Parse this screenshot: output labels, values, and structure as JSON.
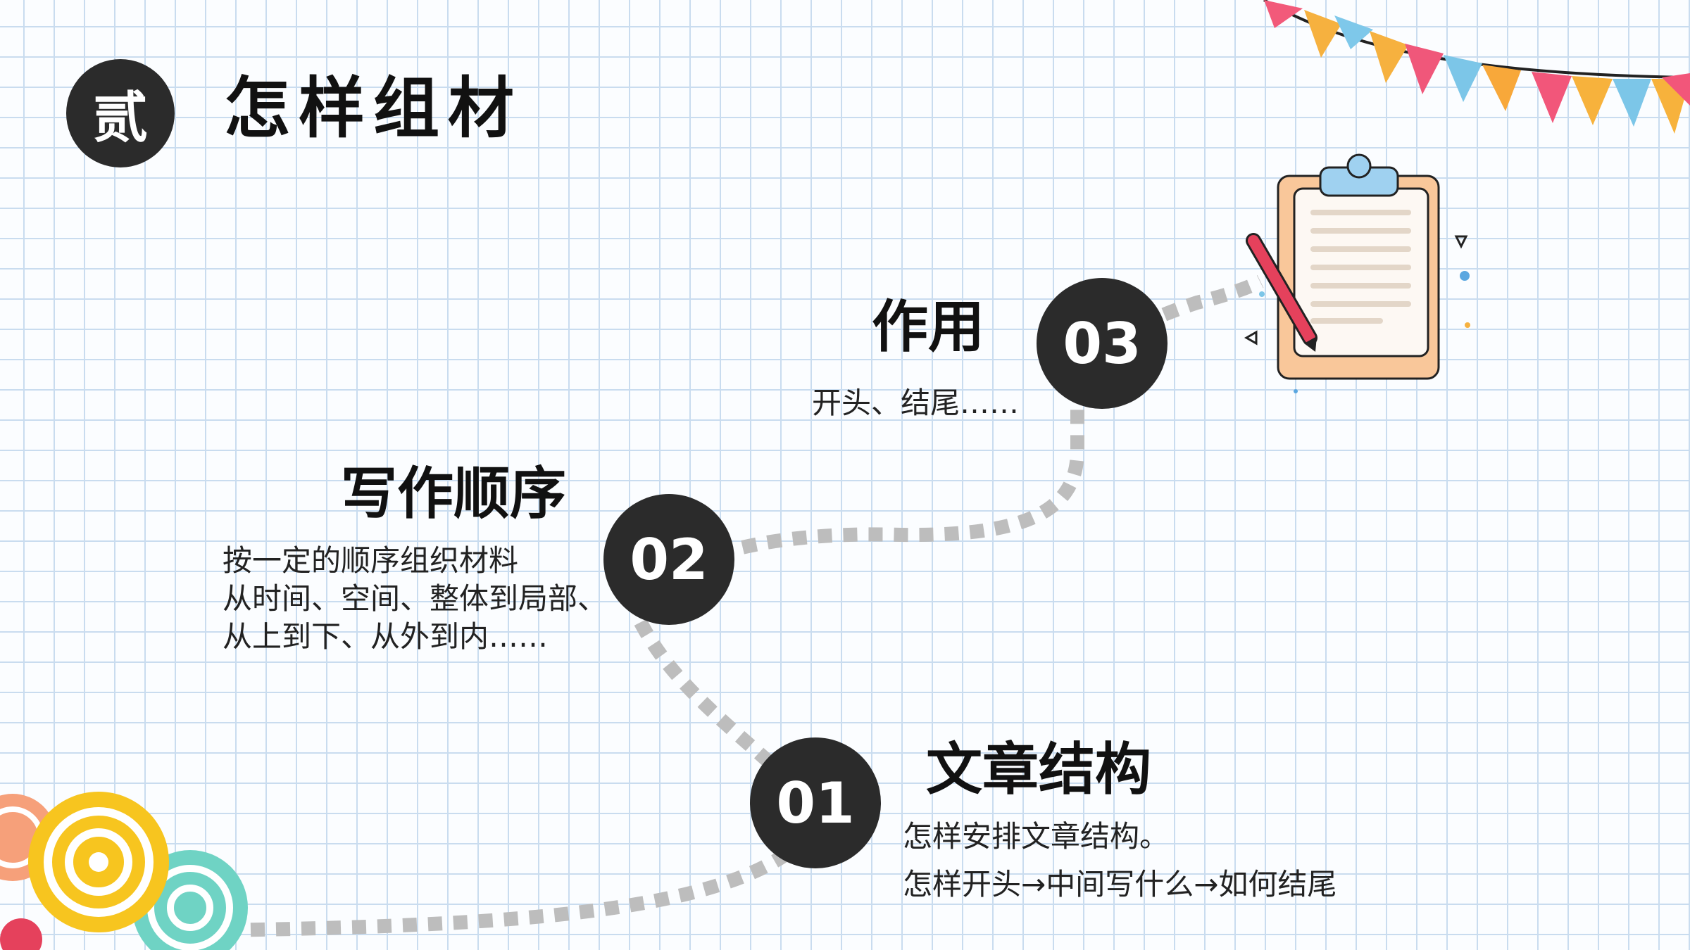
{
  "title": {
    "badge": "贰",
    "text": "怎样组材"
  },
  "steps": [
    {
      "number": "01",
      "heading": "文章结构",
      "lines": [
        "怎样安排文章结构。",
        "怎样开头→中间写什么→如何结尾"
      ]
    },
    {
      "number": "02",
      "heading": "写作顺序",
      "lines": [
        "按一定的顺序组织材料",
        "从时间、空间、整体到局部、",
        "从上到下、从外到内……"
      ]
    },
    {
      "number": "03",
      "heading": "作用",
      "lines": [
        "开头、结尾……"
      ]
    }
  ],
  "decorations": {
    "bunting_colors": [
      "#f25a7a",
      "#f6b13f",
      "#7ec8ea",
      "#f0577a",
      "#f8a83a",
      "#7cc6e8",
      "#f2567a",
      "#f7b23c"
    ],
    "path_color": "#bdbdbd",
    "clipboard_icon": "clipboard-with-pen",
    "candy_icon": "lollipops"
  }
}
